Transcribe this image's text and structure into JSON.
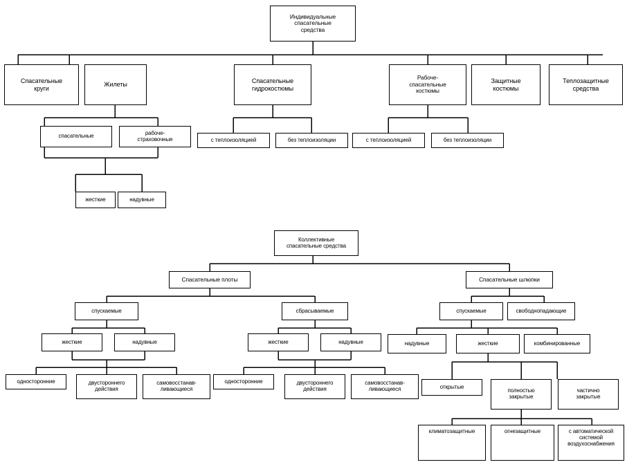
{
  "diagram": {
    "title_individual": "Индивидуальные спасательные средства",
    "title_collective": "Коллективные спасательные средства",
    "trees": [
      {
        "name": "individual-lifesaving-appliances",
        "root": "Индивидуальные\nспасательные\nсредства",
        "level2": [
          "Спасательные круги",
          "Жилеты",
          "Спасательные гидрокостюмы",
          "Рабоче-спасательные костюмы",
          "Защитные костюмы",
          "Теплозащитные средства"
        ],
        "vests_children": [
          "спасательные",
          "рабоче-страховочные"
        ],
        "vests_grandchildren": [
          "жесткие",
          "надувные"
        ],
        "hydrosuit_children": [
          "с теплоизоляцией",
          "без теплоизоляции"
        ],
        "worksuit_children": [
          "с теплоизоляцией",
          "без теплоизоляции"
        ]
      },
      {
        "name": "collective-lifesaving-appliances",
        "root": "Коллективные\nспасательные средства",
        "level2": [
          "Спасательные плоты",
          "Спасательные шлюпки"
        ],
        "rafts_children": [
          "спускаемые",
          "сбрасываемые"
        ],
        "rafts_lowered_children": [
          "жесткие",
          "надувные"
        ],
        "rafts_dropped_children": [
          "жесткие",
          "надувные"
        ],
        "rafts_lowered_grandchildren": [
          "односторонние",
          "двустороннего действия",
          "самовосстанав-ливающиеся"
        ],
        "rafts_dropped_grandchildren": [
          "односторонние",
          "двустороннего действия",
          "самовосстанав-ливающиеся"
        ],
        "boats_children": [
          "спускаемые",
          "свободнопадающие"
        ],
        "boats_lowered_children": [
          "надувные",
          "жесткие",
          "комбинированные"
        ],
        "boats_rigid_children": [
          "открытые",
          "полностью закрытые",
          "частично закрытые"
        ],
        "boats_fullyclosed_children": [
          "климатозащитные",
          "огнезащитные",
          "с автоматической системой воздухоснабжения"
        ]
      }
    ],
    "nodes": {
      "ind_root_l1": "Индивидуальные",
      "ind_root_l2": "спасательные",
      "ind_root_l3": "средства",
      "ind_circles_l1": "Спасательные",
      "ind_circles_l2": "круги",
      "ind_vests": "Жилеты",
      "ind_hydro_l1": "Спасательные",
      "ind_hydro_l2": "гидрокостюмы",
      "ind_work_l1": "Рабоче-",
      "ind_work_l2": "спасательные",
      "ind_work_l3": "костюмы",
      "ind_prot_l1": "Защитные",
      "ind_prot_l2": "костюмы",
      "ind_therm_l1": "Теплозащитные",
      "ind_therm_l2": "средства",
      "vest_rescue": "спасательные",
      "vest_work_l1": "рабоче-",
      "vest_work_l2": "страховочные",
      "vest_rigid": "жесткие",
      "vest_inflatable": "надувные",
      "hydro_with": "с теплоизоляцией",
      "hydro_without": "без теплоизоляции",
      "work_with": "с теплоизоляцией",
      "work_without": "без теплоизоляции",
      "col_root_l1": "Коллективные",
      "col_root_l2": "спасательные средства",
      "col_rafts": "Спасательные плоты",
      "col_boats": "Спасательные шлюпки",
      "rafts_lowered": "спускаемые",
      "rafts_dropped": "сбрасываемые",
      "rl_rigid": "жесткие",
      "rl_inflatable": "надувные",
      "rd_rigid": "жесткие",
      "rd_inflatable": "надувные",
      "rl_one": "односторонние",
      "rl_two_l1": "двустороннего",
      "rl_two_l2": "действия",
      "rl_self_l1": "самовосстанав-",
      "rl_self_l2": "ливающиеся",
      "rd_one": "односторонние",
      "rd_two_l1": "двустороннего",
      "rd_two_l2": "действия",
      "rd_self_l1": "самовосстанав-",
      "rd_self_l2": "ливающиеся",
      "boats_lowered": "спускаемые",
      "boats_free": "свободнопадающие",
      "bl_inflatable": "надувные",
      "bl_rigid": "жесткие",
      "bl_combined": "комбинированные",
      "br_open": "открытые",
      "br_full_l1": "полностью",
      "br_full_l2": "закрытые",
      "br_part_l1": "частично",
      "br_part_l2": "закрытые",
      "bf_climate": "климатозащитные",
      "bf_fire": "огнезащитные",
      "bf_air_l1": "с автоматической",
      "bf_air_l2": "системой",
      "bf_air_l3": "воздухоснабжения"
    }
  },
  "colors": {
    "line": "#000000",
    "box_fill": "#ffffff",
    "text": "#000000"
  }
}
